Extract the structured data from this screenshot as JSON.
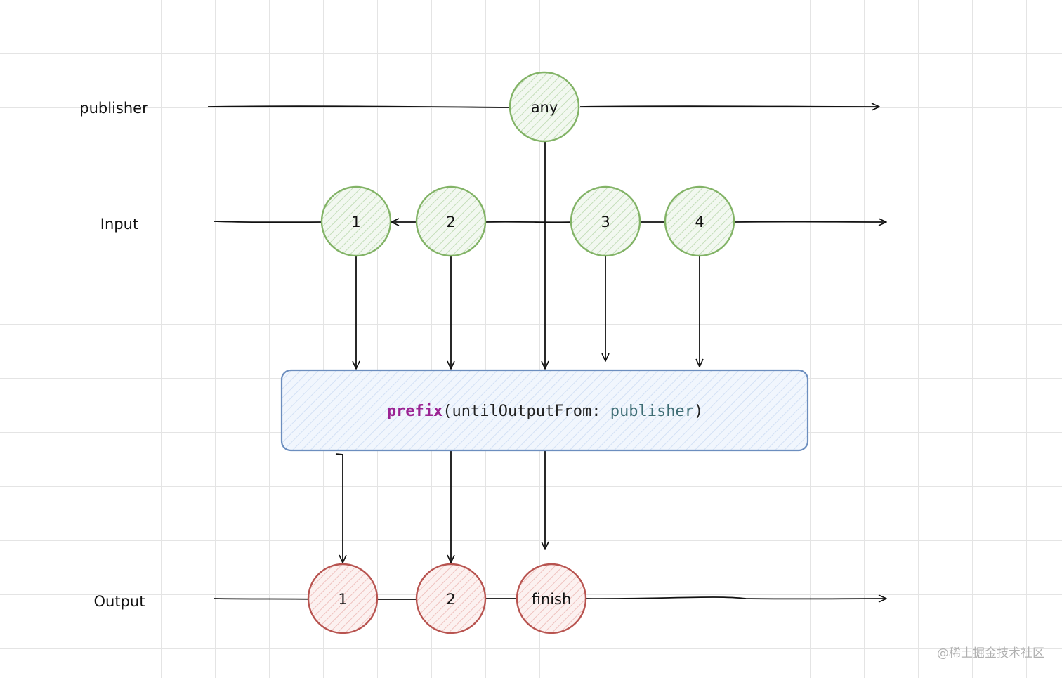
{
  "rows": {
    "publisher": "publisher",
    "input": "Input",
    "output": "Output"
  },
  "publisher_event": "any",
  "input_events": [
    "1",
    "2",
    "3",
    "4"
  ],
  "output_events": [
    "1",
    "2",
    "finish"
  ],
  "operator": {
    "keyword": "prefix",
    "open": "(",
    "argument": "untilOutputFrom:",
    "value": "publisher",
    "close": ")"
  },
  "watermark": "@稀土掘金技术社区",
  "colors": {
    "input_node_stroke": "#82b366",
    "input_node_fill": "#d5e8d4",
    "output_node_stroke": "#b85450",
    "output_node_fill": "#f8cecc",
    "operator_stroke": "#6c8ebf",
    "operator_fill": "#dae8fc",
    "keyword": "#9b2393",
    "value": "#3e6d74"
  }
}
